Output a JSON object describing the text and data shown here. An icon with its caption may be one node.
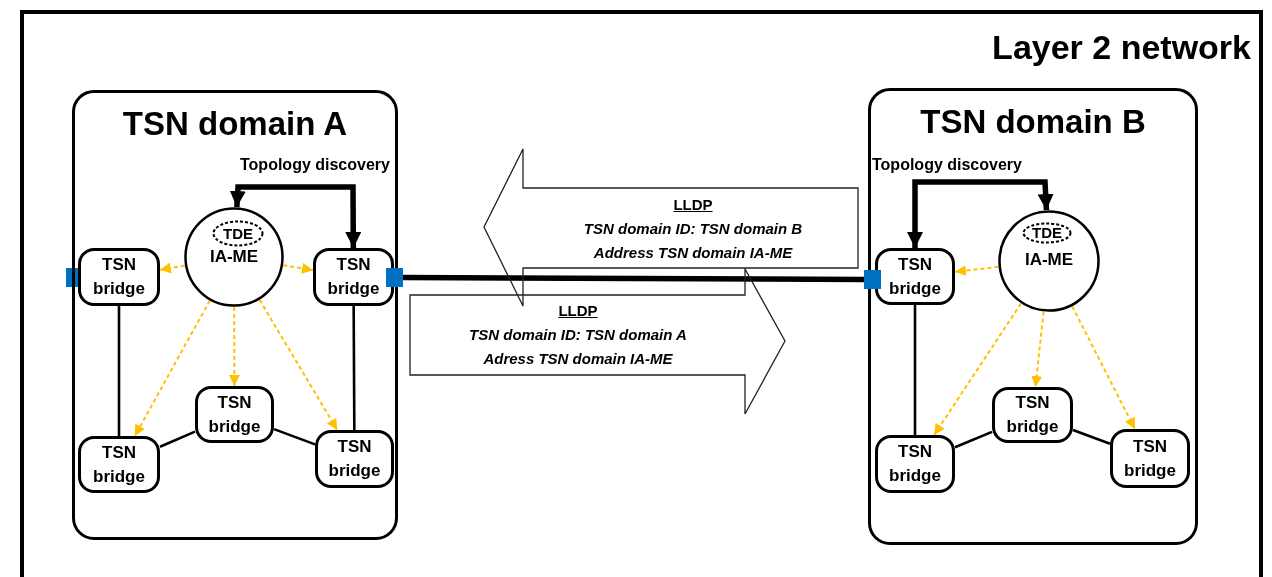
{
  "diagram": {
    "nodes": [
      {
        "text": [
          "Layer 2 network"
        ]
      },
      {
        "text": [
          "TSN domain A"
        ],
        "in": 0
      },
      {
        "text": [
          "IA-ME"
        ],
        "in": 1
      },
      {
        "text": [
          "TDE"
        ],
        "in": 2
      },
      {
        "text": [
          "TSN bridge"
        ],
        "in": 1
      },
      {
        "text": [
          "TSN bridge"
        ],
        "in": 1
      },
      {
        "text": [
          "TSN bridge"
        ],
        "in": 1
      },
      {
        "text": [
          "TSN bridge"
        ],
        "in": 1
      },
      {
        "text": [
          "TSN bridge"
        ],
        "in": 1
      },
      {
        "text": [],
        "shape": "box",
        "in": 0
      },
      {
        "text": [
          "LLDP",
          "TSN domain ID: TSN domain B",
          "Address TSN domain IA-ME"
        ],
        "in": 0
      },
      {
        "text": [
          "LLDP",
          "TSN domain ID: TSN domain A",
          "Adress TSN domain IA-ME"
        ],
        "in": 0
      },
      {
        "text": [
          "TSN domain B"
        ],
        "in": 0
      },
      {
        "text": [],
        "shape": "box",
        "in": 0
      },
      {
        "text": [
          "IA-ME"
        ],
        "in": 12
      },
      {
        "text": [
          "TDE"
        ],
        "in": 14
      },
      {
        "text": [
          "TSN bridge"
        ],
        "in": 12
      },
      {
        "text": [
          "TSN bridge"
        ],
        "in": 12
      },
      {
        "text": [
          "TSN bridge"
        ],
        "in": 12
      },
      {
        "text": [
          "TSN bridge"
        ],
        "in": 12
      }
    ],
    "edges": [
      {
        "from": 2,
        "to": 5,
        "arrow": "both",
        "style": "thick",
        "label": "Topology discovery"
      },
      {
        "from": 2,
        "to": 4,
        "arrow": "to",
        "style": "dashed",
        "color": "#ffc000"
      },
      {
        "from": 2,
        "to": 5,
        "arrow": "to",
        "style": "dashed",
        "color": "#ffc000"
      },
      {
        "from": 2,
        "to": 6,
        "arrow": "to",
        "style": "dashed",
        "color": "#ffc000"
      },
      {
        "from": 2,
        "to": 7,
        "arrow": "to",
        "style": "dashed",
        "color": "#ffc000"
      },
      {
        "from": 2,
        "to": 8,
        "arrow": "to",
        "style": "dashed",
        "color": "#ffc000"
      },
      {
        "from": 4,
        "to": 7,
        "arrow": "none"
      },
      {
        "from": 5,
        "to": 8,
        "arrow": "none"
      },
      {
        "from": 7,
        "to": 6,
        "arrow": "none"
      },
      {
        "from": 6,
        "to": 8,
        "arrow": "none"
      },
      {
        "from": 9,
        "to": 13,
        "arrow": "none",
        "style": "thick"
      },
      {
        "from": 14,
        "to": 16,
        "arrow": "both",
        "style": "thick",
        "label": "Topology discovery"
      },
      {
        "from": 14,
        "to": 16,
        "arrow": "to",
        "style": "dashed",
        "color": "#ffc000"
      },
      {
        "from": 14,
        "to": 18,
        "arrow": "to",
        "style": "dashed",
        "color": "#ffc000"
      },
      {
        "from": 14,
        "to": 17,
        "arrow": "to",
        "style": "dashed",
        "color": "#ffc000"
      },
      {
        "from": 14,
        "to": 19,
        "arrow": "to",
        "style": "dashed",
        "color": "#ffc000"
      },
      {
        "from": 16,
        "to": 18,
        "arrow": "none"
      },
      {
        "from": 18,
        "to": 17,
        "arrow": "none"
      },
      {
        "from": 17,
        "to": 19,
        "arrow": "none"
      }
    ]
  }
}
